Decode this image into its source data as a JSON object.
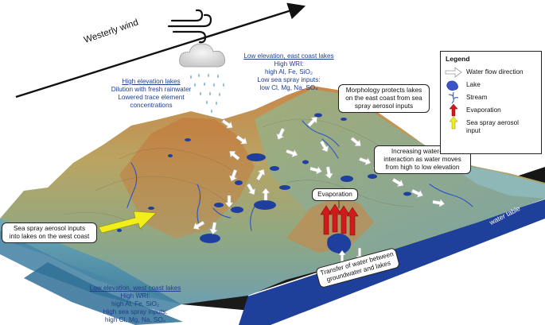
{
  "wind": {
    "label": "Westerly wind"
  },
  "labels": {
    "high_elev": {
      "heading": "High elevation lakes",
      "lines": [
        "Dilution with fresh rainwater",
        "Lowered trace element",
        "concentrations"
      ]
    },
    "east_coast": {
      "heading": "Low elevation, east coast lakes",
      "lines": [
        "High WRI:",
        "high Al, Fe, SiO₂",
        "Low sea spray inputs:",
        "low Cl, Mg, Na, SO₄"
      ]
    },
    "west_coast": {
      "heading": "Low elevation, west coast lakes",
      "lines": [
        "High WRI:",
        "high Al, Fe, SiO₂",
        "High sea spray inputs:",
        "high Cl, Mg, Na, SO₄"
      ]
    }
  },
  "callouts": {
    "morphology": [
      "Morphology protects lakes",
      "on the east coast from sea",
      "spray aerosol inputs"
    ],
    "wri": [
      "Increasing water-rock",
      "interaction as water moves",
      "from high to low elevation"
    ],
    "evaporation": "Evaporation",
    "sea_spray": [
      "Sea spray aerosol inputs",
      "into lakes on the west coast"
    ],
    "transfer": [
      "Transfer of water between",
      "groundwater and lakes"
    ]
  },
  "water_table": "water table",
  "legend": {
    "title": "Legend",
    "items": [
      {
        "label": "Water flow direction",
        "icon": "white-arrow-icon"
      },
      {
        "label": "Lake",
        "icon": "lake-icon"
      },
      {
        "label": "Stream",
        "icon": "stream-icon"
      },
      {
        "label": "Evaporation",
        "icon": "red-arrow-icon"
      },
      {
        "label": "Sea spray aerosol input",
        "icon": "yellow-arrow-icon"
      }
    ]
  },
  "colors": {
    "water": "#1e3f9a",
    "evaporation": "#d11a1a",
    "sea_spray": "#f2ee1a",
    "lake": "#3a55c8",
    "stream": "#2a52c8"
  }
}
